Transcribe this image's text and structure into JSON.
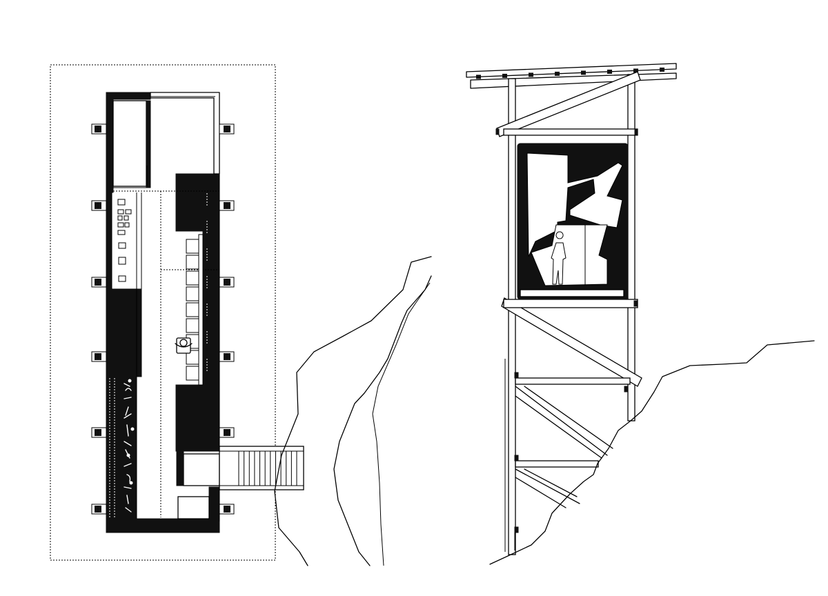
{
  "drawings": [
    {
      "id": "floor-plan",
      "kind": "plan"
    },
    {
      "id": "cross-section",
      "kind": "section"
    }
  ],
  "plan": {
    "window_count_left": 6,
    "window_count_right": 6,
    "stair_treads": 11
  },
  "section": {
    "roof_purlins": 8,
    "figure": "standing-person"
  },
  "colors": {
    "ink": "#111111",
    "paper": "#ffffff"
  }
}
